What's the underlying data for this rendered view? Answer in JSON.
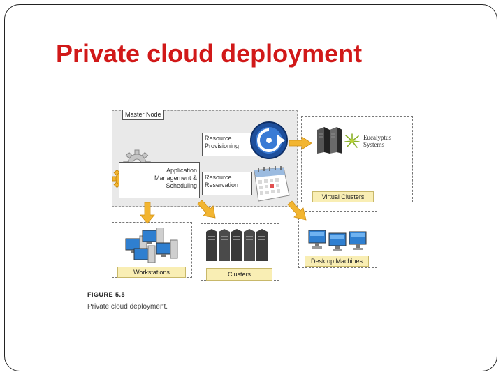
{
  "slide": {
    "title": "Private cloud deployment"
  },
  "figure": {
    "master_node_label": "Master Node",
    "app_mgmt_lines": [
      "Application",
      "Management &",
      "Scheduling"
    ],
    "resource_provisioning_lines": [
      "Resource",
      "Provisioning"
    ],
    "resource_reservation_lines": [
      "Resource",
      "Reservation"
    ],
    "eucalyptus_lines": [
      "Eucalyptus",
      "Systems"
    ],
    "virtual_clusters_label": "Virtual Clusters",
    "workstations_label": "Workstations",
    "clusters_label": "Clusters",
    "desktop_machines_label": "Desktop Machines",
    "caption_number": "FIGURE 5.5",
    "caption_text": "Private cloud deployment."
  },
  "colors": {
    "title": "#d11919",
    "arrow": "#f2b531",
    "label_fill": "#f9eeb4"
  }
}
